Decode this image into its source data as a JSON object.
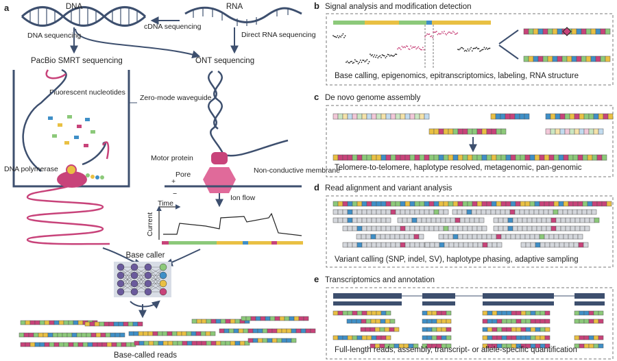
{
  "colors": {
    "navy": "#3d4f6e",
    "pink": "#c8437a",
    "pink_light": "#e58fb2",
    "green": "#8cc97a",
    "yellow": "#e9c043",
    "blue": "#3f8fc7",
    "purple": "#6a5a9c",
    "gray_seq": "#d4d7dc",
    "dash": "#777777"
  },
  "panel_a": {
    "letter": "a",
    "dna": "DNA",
    "rna": "RNA",
    "cdna": "cDNA sequencing",
    "direct_rna": "Direct RNA sequencing",
    "dna_seq": "DNA sequencing",
    "pacbio": "PacBio SMRT sequencing",
    "ont": "ONT sequencing",
    "fluorescent": "Fluorescent nucleotides",
    "zmw": "Zero-mode waveguide",
    "dna_pol": "DNA polymerase",
    "motor": "Motor protein",
    "pore": "Pore",
    "nonconductive": "Non-conductive membrane",
    "plus": "+",
    "minus": "−",
    "ion_flow": "Ion flow",
    "time": "Time",
    "current": "Current",
    "base_caller": "Base caller",
    "base_called_reads": "Base-called reads"
  },
  "panel_b": {
    "letter": "b",
    "title": "Signal analysis and modification detection",
    "caption": "Base calling, epigenomics, epitranscriptomics, labeling, RNA structure"
  },
  "panel_c": {
    "letter": "c",
    "title": "De novo genome assembly",
    "caption": "Telomere-to-telomere, haplotype resolved, metagenomic, pan-genomic"
  },
  "panel_d": {
    "letter": "d",
    "title": "Read alignment and variant analysis",
    "caption": "Variant calling (SNP, indel, SV), haplotype phasing, adaptive sampling"
  },
  "panel_e": {
    "letter": "e",
    "title": "Transcriptomics and annotation",
    "caption": "Full-length reads, assembly, transcript- or allele-specific quantification"
  }
}
